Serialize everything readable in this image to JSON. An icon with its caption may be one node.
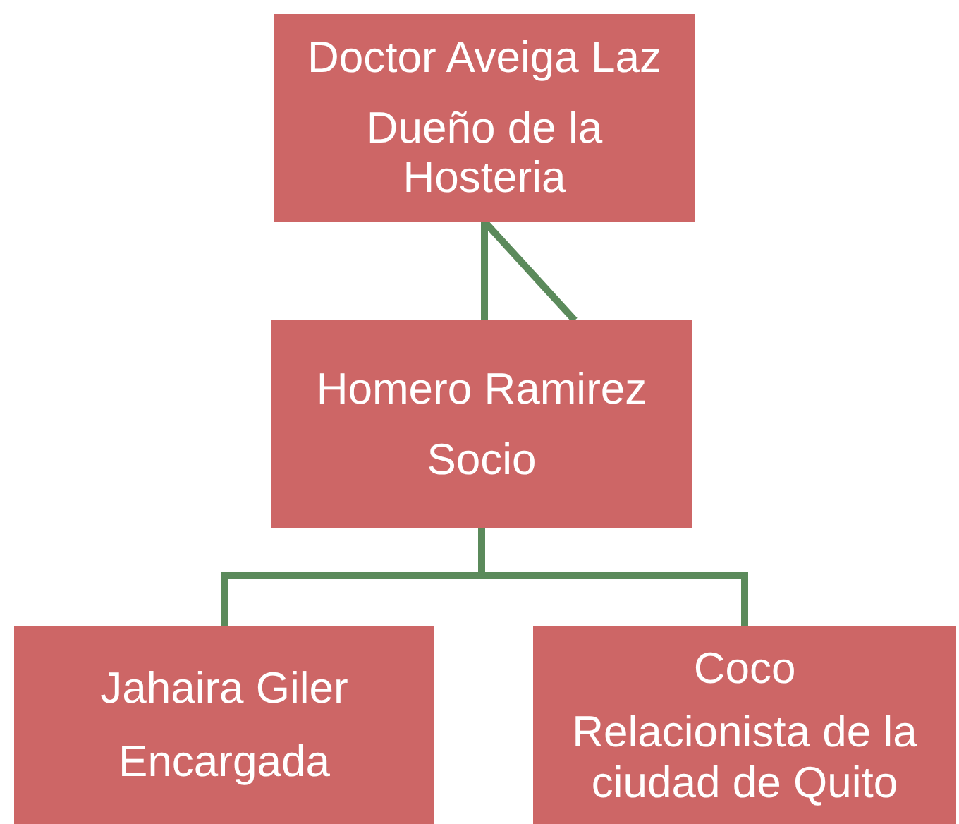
{
  "diagram": {
    "nodes": [
      {
        "text": [
          "Doctor Aveiga Laz",
          "Dueño de la Hosteria"
        ]
      },
      {
        "text": [
          "Homero Ramirez",
          "Socio"
        ]
      },
      {
        "text": [
          "Jahaira Giler",
          "Encargada"
        ]
      },
      {
        "text": [
          "Coco",
          "Relacionista de la ciudad de Quito"
        ]
      }
    ],
    "edges": [
      {
        "from": 0,
        "to": 1,
        "arrow": "none"
      },
      {
        "from": 1,
        "to": 2,
        "arrow": "none"
      },
      {
        "from": 1,
        "to": 3,
        "arrow": "none"
      }
    ]
  }
}
